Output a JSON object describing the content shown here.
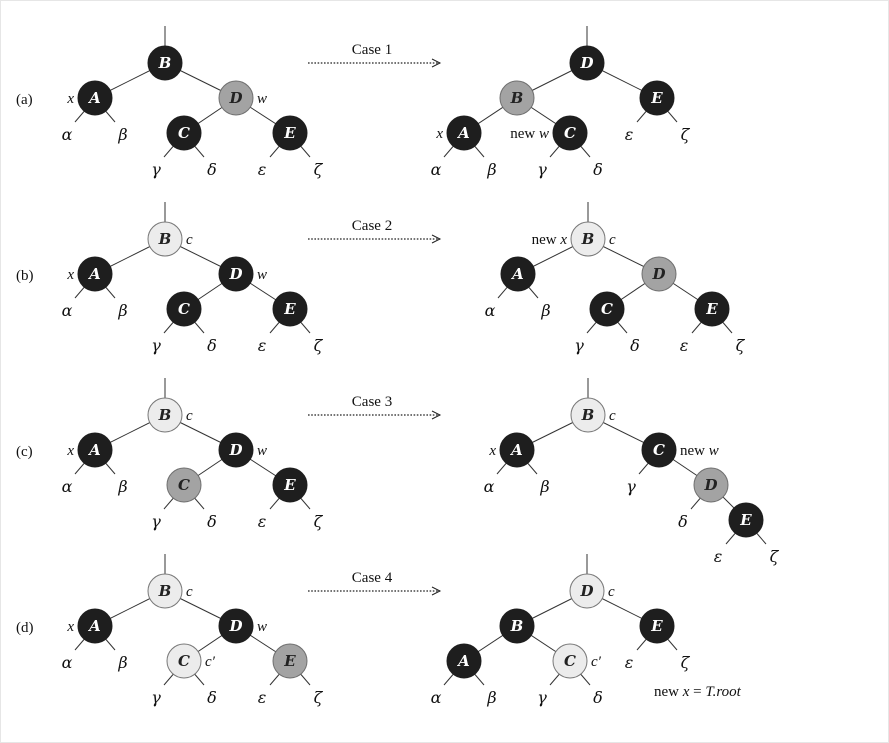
{
  "colors": {
    "black": "#1e1e1e",
    "gray": "#a3a3a3",
    "white": "#ececec",
    "whiteStroke": "#777777",
    "blackText": "#ffffff",
    "lightText": "#222222"
  },
  "rows": [
    {
      "label": "(a)",
      "case_label": "Case 1",
      "left": {
        "nodes": [
          {
            "id": "B",
            "label": "B",
            "color": "black"
          },
          {
            "id": "A",
            "label": "A",
            "color": "black",
            "note": "x",
            "note_side": "left"
          },
          {
            "id": "D",
            "label": "D",
            "color": "gray",
            "note": "w",
            "note_side": "right"
          },
          {
            "id": "C",
            "label": "C",
            "color": "black"
          },
          {
            "id": "E",
            "label": "E",
            "color": "black"
          }
        ],
        "edges": [
          [
            "B",
            "A"
          ],
          [
            "B",
            "D"
          ],
          [
            "D",
            "C"
          ],
          [
            "D",
            "E"
          ]
        ],
        "leaves": [
          {
            "parent": "A",
            "side": "l",
            "label": "α"
          },
          {
            "parent": "A",
            "side": "r",
            "label": "β"
          },
          {
            "parent": "C",
            "side": "l",
            "label": "γ"
          },
          {
            "parent": "C",
            "side": "r",
            "label": "δ"
          },
          {
            "parent": "E",
            "side": "l",
            "label": "ε"
          },
          {
            "parent": "E",
            "side": "r",
            "label": "ζ"
          }
        ]
      },
      "right": {
        "nodes": [
          {
            "id": "D",
            "label": "D",
            "color": "black"
          },
          {
            "id": "B",
            "label": "B",
            "color": "gray"
          },
          {
            "id": "E",
            "label": "E",
            "color": "black"
          },
          {
            "id": "A",
            "label": "A",
            "color": "black",
            "note": "x",
            "note_side": "left"
          },
          {
            "id": "C",
            "label": "C",
            "color": "black",
            "note": "new w",
            "note_side": "left"
          }
        ],
        "edges": [
          [
            "D",
            "B"
          ],
          [
            "D",
            "E"
          ],
          [
            "B",
            "A"
          ],
          [
            "B",
            "C"
          ]
        ],
        "leaves": [
          {
            "parent": "A",
            "side": "l",
            "label": "α"
          },
          {
            "parent": "A",
            "side": "r",
            "label": "β"
          },
          {
            "parent": "C",
            "side": "l",
            "label": "γ"
          },
          {
            "parent": "C",
            "side": "r",
            "label": "δ"
          },
          {
            "parent": "E",
            "side": "l",
            "label": "ε"
          },
          {
            "parent": "E",
            "side": "r",
            "label": "ζ"
          }
        ]
      }
    },
    {
      "label": "(b)",
      "case_label": "Case 2",
      "left": {
        "nodes": [
          {
            "id": "B",
            "label": "B",
            "color": "white",
            "note": "c",
            "note_side": "right"
          },
          {
            "id": "A",
            "label": "A",
            "color": "black",
            "note": "x",
            "note_side": "left"
          },
          {
            "id": "D",
            "label": "D",
            "color": "black",
            "note": "w",
            "note_side": "right"
          },
          {
            "id": "C",
            "label": "C",
            "color": "black"
          },
          {
            "id": "E",
            "label": "E",
            "color": "black"
          }
        ],
        "edges": [
          [
            "B",
            "A"
          ],
          [
            "B",
            "D"
          ],
          [
            "D",
            "C"
          ],
          [
            "D",
            "E"
          ]
        ],
        "leaves": [
          {
            "parent": "A",
            "side": "l",
            "label": "α"
          },
          {
            "parent": "A",
            "side": "r",
            "label": "β"
          },
          {
            "parent": "C",
            "side": "l",
            "label": "γ"
          },
          {
            "parent": "C",
            "side": "r",
            "label": "δ"
          },
          {
            "parent": "E",
            "side": "l",
            "label": "ε"
          },
          {
            "parent": "E",
            "side": "r",
            "label": "ζ"
          }
        ]
      },
      "right": {
        "nodes": [
          {
            "id": "B",
            "label": "B",
            "color": "white",
            "note": "c",
            "note_side": "right",
            "note2": "new x"
          },
          {
            "id": "A",
            "label": "A",
            "color": "black"
          },
          {
            "id": "D",
            "label": "D",
            "color": "gray"
          },
          {
            "id": "C",
            "label": "C",
            "color": "black"
          },
          {
            "id": "E",
            "label": "E",
            "color": "black"
          }
        ],
        "edges": [
          [
            "B",
            "A"
          ],
          [
            "B",
            "D"
          ],
          [
            "D",
            "C"
          ],
          [
            "D",
            "E"
          ]
        ],
        "leaves": [
          {
            "parent": "A",
            "side": "l",
            "label": "α"
          },
          {
            "parent": "A",
            "side": "r",
            "label": "β"
          },
          {
            "parent": "C",
            "side": "l",
            "label": "γ"
          },
          {
            "parent": "C",
            "side": "r",
            "label": "δ"
          },
          {
            "parent": "E",
            "side": "l",
            "label": "ε"
          },
          {
            "parent": "E",
            "side": "r",
            "label": "ζ"
          }
        ]
      }
    },
    {
      "label": "(c)",
      "case_label": "Case 3",
      "left": {
        "nodes": [
          {
            "id": "B",
            "label": "B",
            "color": "white",
            "note": "c",
            "note_side": "right"
          },
          {
            "id": "A",
            "label": "A",
            "color": "black",
            "note": "x",
            "note_side": "left"
          },
          {
            "id": "D",
            "label": "D",
            "color": "black",
            "note": "w",
            "note_side": "right"
          },
          {
            "id": "C",
            "label": "C",
            "color": "gray"
          },
          {
            "id": "E",
            "label": "E",
            "color": "black"
          }
        ],
        "edges": [
          [
            "B",
            "A"
          ],
          [
            "B",
            "D"
          ],
          [
            "D",
            "C"
          ],
          [
            "D",
            "E"
          ]
        ],
        "leaves": [
          {
            "parent": "A",
            "side": "l",
            "label": "α"
          },
          {
            "parent": "A",
            "side": "r",
            "label": "β"
          },
          {
            "parent": "C",
            "side": "l",
            "label": "γ"
          },
          {
            "parent": "C",
            "side": "r",
            "label": "δ"
          },
          {
            "parent": "E",
            "side": "l",
            "label": "ε"
          },
          {
            "parent": "E",
            "side": "r",
            "label": "ζ"
          }
        ]
      },
      "right": {
        "nodes": [
          {
            "id": "B",
            "label": "B",
            "color": "white",
            "note": "c",
            "note_side": "right"
          },
          {
            "id": "A",
            "label": "A",
            "color": "black",
            "note": "x",
            "note_side": "left"
          },
          {
            "id": "C",
            "label": "C",
            "color": "black",
            "note": "new w",
            "note_side": "right"
          },
          {
            "id": "D",
            "label": "D",
            "color": "gray"
          },
          {
            "id": "E",
            "label": "E",
            "color": "black"
          }
        ],
        "edges": [
          [
            "B",
            "A"
          ],
          [
            "B",
            "C"
          ],
          [
            "C",
            "D"
          ],
          [
            "D",
            "E"
          ]
        ],
        "leaves": [
          {
            "parent": "A",
            "side": "l",
            "label": "α"
          },
          {
            "parent": "A",
            "side": "r",
            "label": "β"
          },
          {
            "parent": "C",
            "side": "l",
            "label": "γ"
          },
          {
            "parent": "D",
            "side": "l",
            "label": "δ"
          },
          {
            "parent": "E",
            "side": "l",
            "label": "ε"
          },
          {
            "parent": "E",
            "side": "r",
            "label": "ζ"
          }
        ]
      }
    },
    {
      "label": "(d)",
      "case_label": "Case 4",
      "left": {
        "nodes": [
          {
            "id": "B",
            "label": "B",
            "color": "white",
            "note": "c",
            "note_side": "right"
          },
          {
            "id": "A",
            "label": "A",
            "color": "black",
            "note": "x",
            "note_side": "left"
          },
          {
            "id": "D",
            "label": "D",
            "color": "black",
            "note": "w",
            "note_side": "right"
          },
          {
            "id": "C",
            "label": "C",
            "color": "white",
            "note": "c′",
            "note_side": "right"
          },
          {
            "id": "E",
            "label": "E",
            "color": "gray"
          }
        ],
        "edges": [
          [
            "B",
            "A"
          ],
          [
            "B",
            "D"
          ],
          [
            "D",
            "C"
          ],
          [
            "D",
            "E"
          ]
        ],
        "leaves": [
          {
            "parent": "A",
            "side": "l",
            "label": "α"
          },
          {
            "parent": "A",
            "side": "r",
            "label": "β"
          },
          {
            "parent": "C",
            "side": "l",
            "label": "γ"
          },
          {
            "parent": "C",
            "side": "r",
            "label": "δ"
          },
          {
            "parent": "E",
            "side": "l",
            "label": "ε"
          },
          {
            "parent": "E",
            "side": "r",
            "label": "ζ"
          }
        ]
      },
      "right": {
        "nodes": [
          {
            "id": "D",
            "label": "D",
            "color": "white",
            "note": "c",
            "note_side": "right"
          },
          {
            "id": "B",
            "label": "B",
            "color": "black"
          },
          {
            "id": "E",
            "label": "E",
            "color": "black"
          },
          {
            "id": "A",
            "label": "A",
            "color": "black"
          },
          {
            "id": "C",
            "label": "C",
            "color": "white",
            "note": "c′",
            "note_side": "right"
          }
        ],
        "edges": [
          [
            "D",
            "B"
          ],
          [
            "D",
            "E"
          ],
          [
            "B",
            "A"
          ],
          [
            "B",
            "C"
          ]
        ],
        "leaves": [
          {
            "parent": "A",
            "side": "l",
            "label": "α"
          },
          {
            "parent": "A",
            "side": "r",
            "label": "β"
          },
          {
            "parent": "C",
            "side": "l",
            "label": "γ"
          },
          {
            "parent": "C",
            "side": "r",
            "label": "δ"
          },
          {
            "parent": "E",
            "side": "l",
            "label": "ε"
          },
          {
            "parent": "E",
            "side": "r",
            "label": "ζ"
          }
        ],
        "caption_prefix": "new ",
        "caption_x": "x",
        "caption_eq": " = ",
        "caption_T": "T",
        "caption_root": ".root"
      }
    }
  ]
}
